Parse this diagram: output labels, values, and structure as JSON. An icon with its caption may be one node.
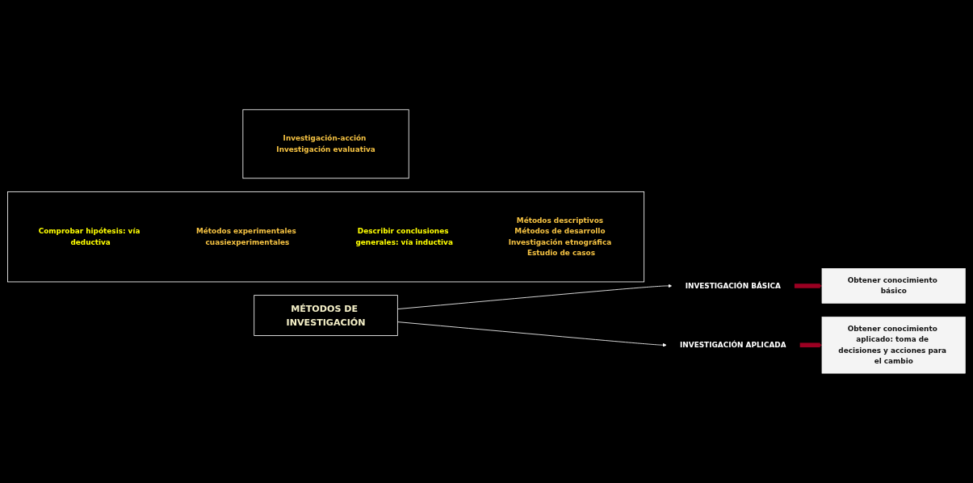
{
  "diagram": {
    "nodes": [
      {
        "text": [
          "MÉTODOS DE INVESTIGACIÓN"
        ]
      },
      {
        "text": [
          "INVESTIGACIÓN BÁSICA"
        ]
      },
      {
        "text": [
          "Obtener conocimiento básico"
        ]
      },
      {
        "text": [],
        "shape": "box"
      },
      {
        "text": [
          "Comprobar hipótesis: vía deductiva"
        ],
        "in": 3
      },
      {
        "text": [
          "Métodos experimentales cuasiexperimentales"
        ],
        "in": 3
      },
      {
        "text": [
          "Describir conclusiones generales: vía inductiva"
        ],
        "in": 3
      },
      {
        "text": [
          "Métodos descriptivos Métodos de desarrollo Investigación etnográfica Estudio de casos"
        ],
        "in": 3
      },
      {
        "text": [
          "INVESTIGACIÓN APLICADA"
        ]
      },
      {
        "text": [
          "Obtener conocimiento aplicado: toma de decisiones y acciones para el cambio"
        ]
      },
      {
        "text": [],
        "shape": "box"
      },
      {
        "text": [
          "Investigación-acción Investigación evaluativa"
        ],
        "in": 10
      }
    ],
    "edges": [
      {
        "from": 0,
        "to": 1,
        "arrow": "to"
      },
      {
        "from": 1,
        "to": 2,
        "arrow": "to",
        "style": "thick",
        "color": "#9b0022"
      },
      {
        "from": 0,
        "to": 8,
        "arrow": "to"
      },
      {
        "from": 8,
        "to": 9,
        "arrow": "to",
        "style": "thick",
        "color": "#9b0022"
      }
    ]
  }
}
